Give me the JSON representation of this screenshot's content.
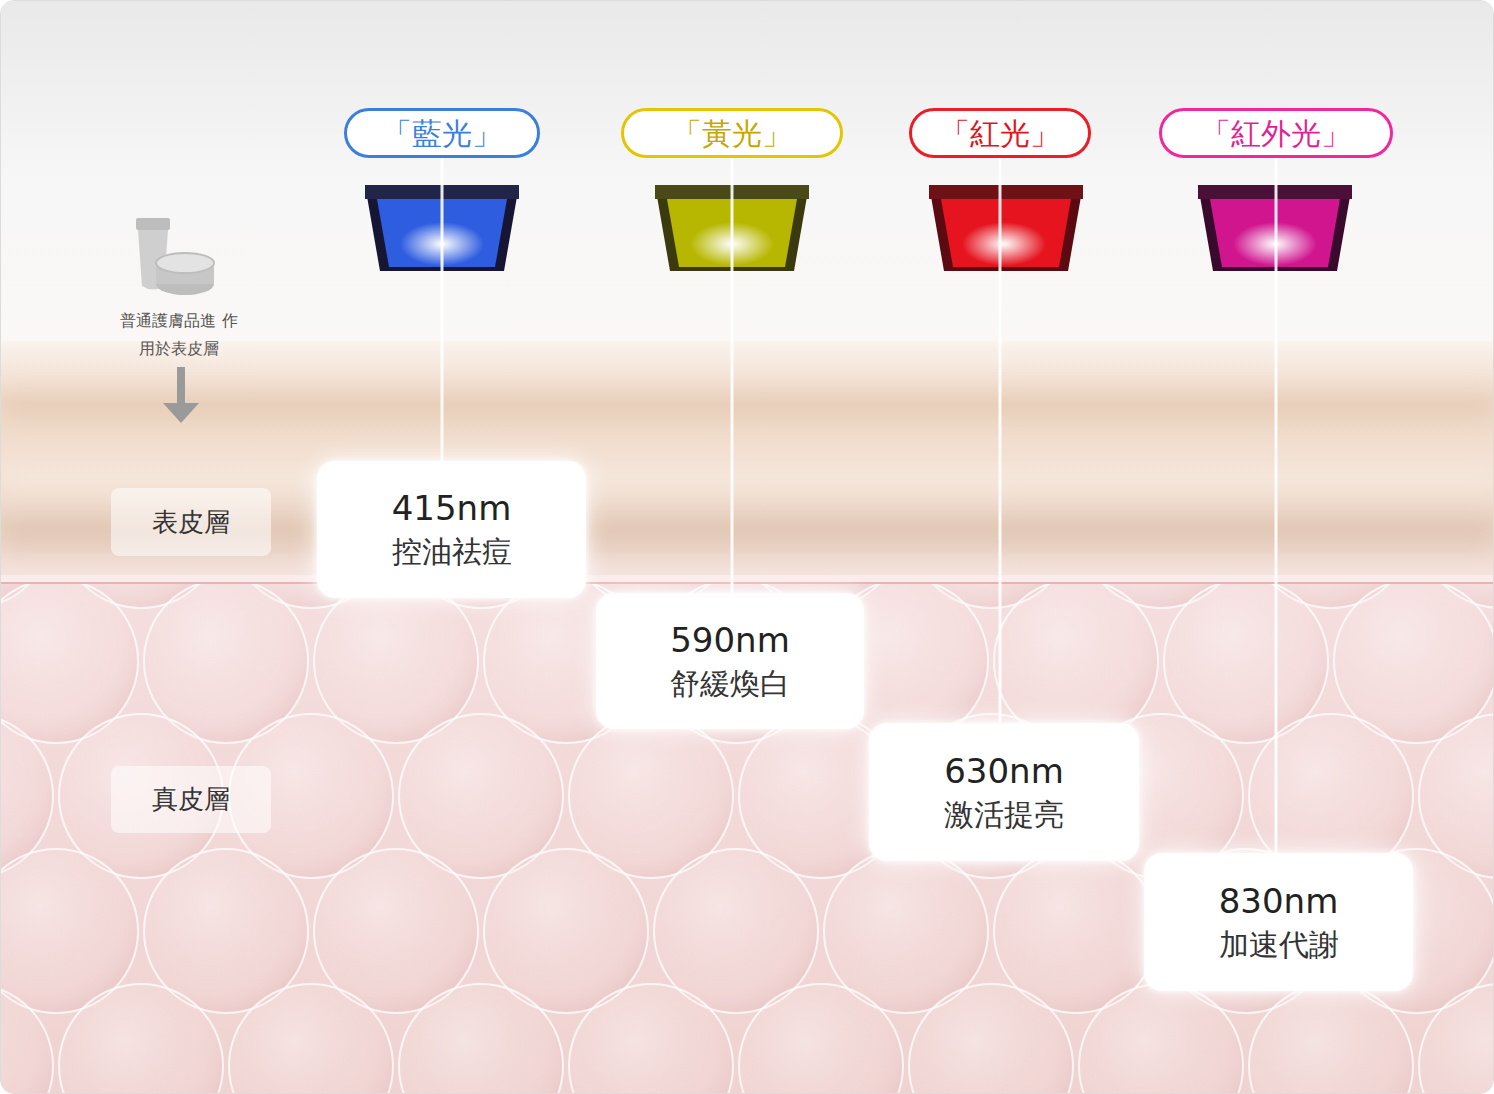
{
  "diagram": {
    "nodes": [
      {
        "text": [
          "「藍光」"
        ]
      },
      {
        "text": [
          "「黃光」"
        ]
      },
      {
        "text": [
          "「紅光」"
        ]
      },
      {
        "text": [
          "「紅外光」"
        ]
      },
      {
        "text": [
          "表皮層"
        ]
      },
      {
        "text": [
          "415nm",
          "控油祛痘"
        ]
      },
      {
        "text": [
          "590nm",
          "舒緩煥白"
        ]
      },
      {
        "text": [
          "真皮層"
        ]
      },
      {
        "text": [
          "630nm",
          "激活提亮"
        ]
      },
      {
        "text": [
          "830nm",
          "加速代謝"
        ]
      }
    ],
    "edges": [
      {
        "from": 0,
        "to": 5,
        "arrow": "none"
      },
      {
        "from": 1,
        "to": 6,
        "arrow": "none"
      },
      {
        "from": 2,
        "to": 8,
        "arrow": "none"
      },
      {
        "from": 3,
        "to": 9,
        "arrow": "none"
      }
    ],
    "labels": [
      "普通護膚品進 作用於表皮層"
    ]
  }
}
